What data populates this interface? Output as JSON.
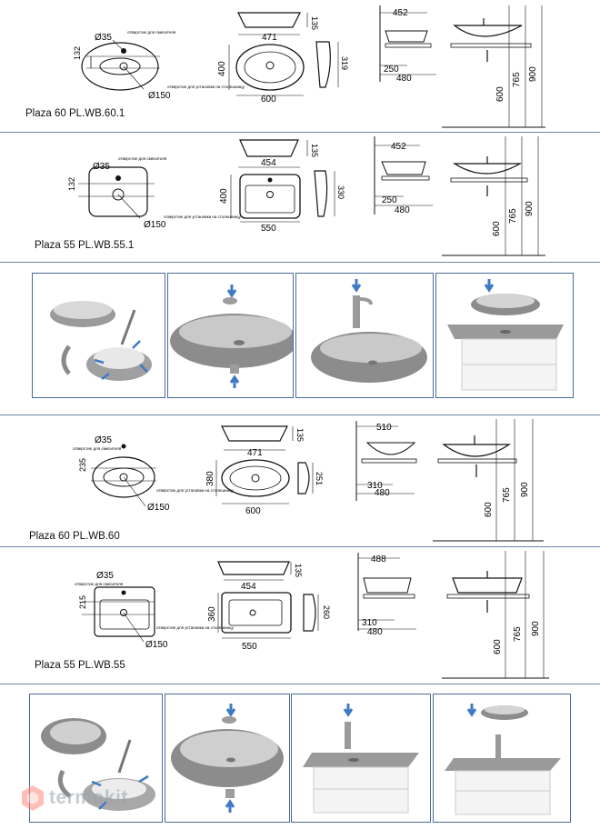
{
  "sections": [
    {
      "model": "Plaza 60 PL.WB.60.1",
      "hole_tap": "Ø35",
      "hole_tap_note": "отверстие для смесителя",
      "hole_install": "Ø150",
      "hole_install_note": "отверстие для установки на столешницу",
      "top_offset": "132",
      "front_width": "471",
      "front_height": "135",
      "plan_depth": "400",
      "plan_width": "600",
      "side_depth": "319",
      "wall_a": "452",
      "wall_b": "250",
      "wall_c": "480",
      "h_drain": "600",
      "h_counter": "765",
      "h_tap": "900"
    },
    {
      "model": "Plaza 55 PL.WB.55.1",
      "hole_tap": "Ø35",
      "hole_tap_note": "отверстие для смесителя",
      "hole_install": "Ø150",
      "hole_install_note": "отверстие для установки на столешницу",
      "top_offset": "132",
      "front_width": "454",
      "front_height": "135",
      "plan_depth": "400",
      "plan_width": "550",
      "side_depth": "330",
      "wall_a": "452",
      "wall_b": "250",
      "wall_c": "480",
      "h_drain": "600",
      "h_counter": "765",
      "h_tap": "900"
    },
    {
      "model": "Plaza 60 PL.WB.60",
      "hole_tap": "Ø35",
      "hole_tap_note": "отверстие для смесителя",
      "hole_install": "Ø150",
      "hole_install_note": "отверстие для установки на столешницу",
      "top_offset": "235",
      "front_width": "471",
      "front_height": "135",
      "plan_depth": "380",
      "plan_width": "600",
      "side_depth": "251",
      "wall_a": "510",
      "wall_b": "310",
      "wall_c": "480",
      "h_drain": "600",
      "h_counter": "765",
      "h_tap": "900"
    },
    {
      "model": "Plaza 55 PL.WB.55",
      "hole_tap": "Ø35",
      "hole_tap_note": "отверстие для смесителя",
      "hole_install": "Ø150",
      "hole_install_note": "отверстие для установки на столешницу",
      "top_offset": "215",
      "front_width": "454",
      "front_height": "135",
      "plan_depth": "360",
      "plan_width": "550",
      "side_depth": "260",
      "wall_a": "488",
      "wall_b": "310",
      "wall_c": "480",
      "h_drain": "600",
      "h_counter": "765",
      "h_tap": "900"
    }
  ],
  "watermark": "termokit",
  "colors": {
    "accent": "#4a6a98",
    "arrow": "#3f79c4",
    "ceramic": "#8c8c8c"
  }
}
